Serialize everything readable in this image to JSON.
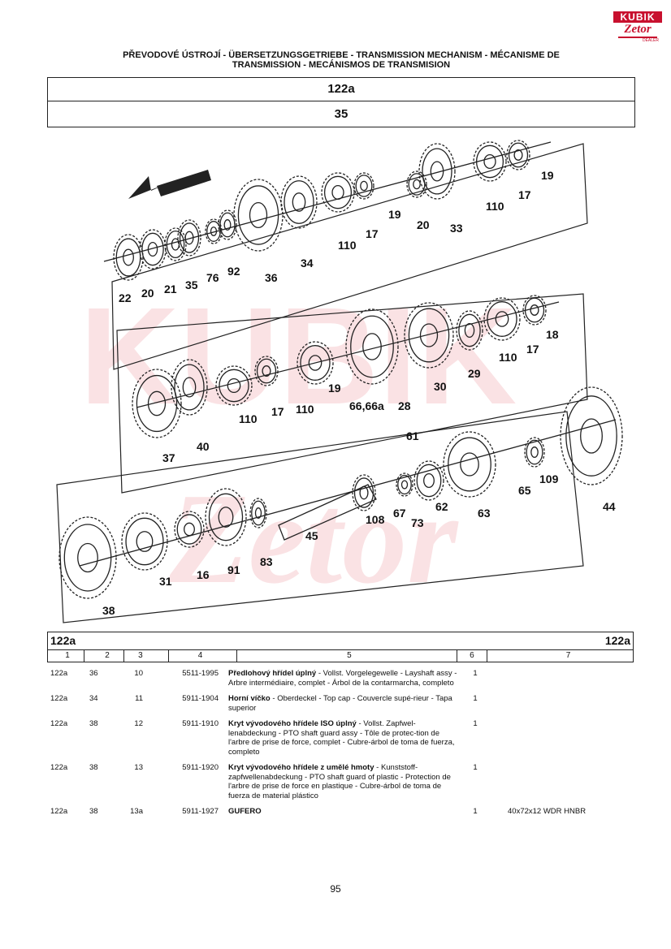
{
  "logo": {
    "top": "KUBIK",
    "brand": "Zetor",
    "sub": "DEALER"
  },
  "header": {
    "title_line1": "PŘEVODOVÉ ÚSTROJÍ - ÜBERSETZUNGSGETRIEBE - TRANSMISSION MECHANISM - MÉCANISME DE",
    "title_line2": "TRANSMISSION - MECÁNISMOS DE TRANSMISION",
    "group_code": "122a",
    "page_code": "35"
  },
  "diagram": {
    "callouts_row1": [
      "22",
      "20",
      "21",
      "35",
      "76",
      "92",
      "36",
      "34",
      "110",
      "17",
      "19",
      "20",
      "33",
      "110",
      "17",
      "19"
    ],
    "callouts_row2": [
      "37",
      "40",
      "110",
      "17",
      "110",
      "19",
      "66,66a",
      "28",
      "30",
      "29",
      "110",
      "17",
      "18"
    ],
    "callouts_row3": [
      "38",
      "31",
      "16",
      "91",
      "83",
      "45",
      "108",
      "67",
      "73",
      "62",
      "61",
      "63",
      "65",
      "109",
      "44"
    ]
  },
  "table": {
    "header_left": "122a",
    "header_right": "122a",
    "col_headers": [
      "1",
      "2",
      "3",
      "4",
      "5",
      "6",
      "7"
    ],
    "rows": [
      {
        "c1": "122a",
        "c2": "36",
        "c3": "10",
        "c4": "5511-1995",
        "name": "Předlohový hřídel úplný",
        "desc": " - Vollst. Vorgelegewelle - Layshaft assy - Arbre intermédiaire, complet - Árbol de la contarmarcha, completo",
        "qty": "1",
        "note": ""
      },
      {
        "c1": "122a",
        "c2": "34",
        "c3": "11",
        "c4": "5911-1904",
        "name": "Horní víčko",
        "desc": " - Oberdeckel - Top cap - Couvercle supé-rieur - Tapa superior",
        "qty": "1",
        "note": ""
      },
      {
        "c1": "122a",
        "c2": "38",
        "c3": "12",
        "c4": "5911-1910",
        "name": "Kryt vývodového hřídele ISO úplný",
        "desc": " - Vollst. Zapfwel-lenabdeckung - PTO shaft guard assy - Tôle de protec-tion de l'arbre de prise de force, complet - Cubre-árbol de toma de fuerza, completo",
        "qty": "1",
        "note": ""
      },
      {
        "c1": "122a",
        "c2": "38",
        "c3": "13",
        "c4": "5911-1920",
        "name": "Kryt vývodového hřídele z umělé hmoty",
        "desc": " - Kunststoff-zapfwellenabdeckung - PTO shaft guard of plastic - Protection de l'arbre de prise de force en plastique - Cubre-árbol de toma de fuerza de material plástico",
        "qty": "1",
        "note": ""
      },
      {
        "c1": "122a",
        "c2": "38",
        "c3": "13a",
        "c4": "5911-1927",
        "name": "GUFERO",
        "desc": "",
        "qty": "1",
        "note": "40x72x12 WDR HNBR"
      }
    ]
  },
  "page_number": "95"
}
